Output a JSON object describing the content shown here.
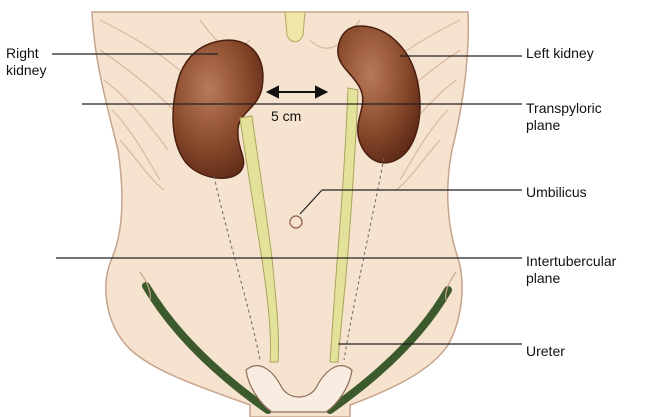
{
  "labels": {
    "right_kidney_line1": "Right",
    "right_kidney_line2": "kidney",
    "left_kidney": "Left kidney",
    "transpyloric_line1": "Transpyloric",
    "transpyloric_line2": "plane",
    "umbilicus": "Umbilicus",
    "intertubercular_line1": "Intertubercular",
    "intertubercular_line2": "plane",
    "ureter": "Ureter",
    "distance": "5 cm"
  },
  "colors": {
    "skin": "#f6e3cf",
    "skin_outline": "#c7a48c",
    "kidney": "#7a3b22",
    "kidney_highlight": "#b97a5a",
    "ureter": "#e4e29a",
    "ureter_outline": "#a9a45c",
    "inguinal": "#3d5a2c",
    "leader": "#222222"
  }
}
